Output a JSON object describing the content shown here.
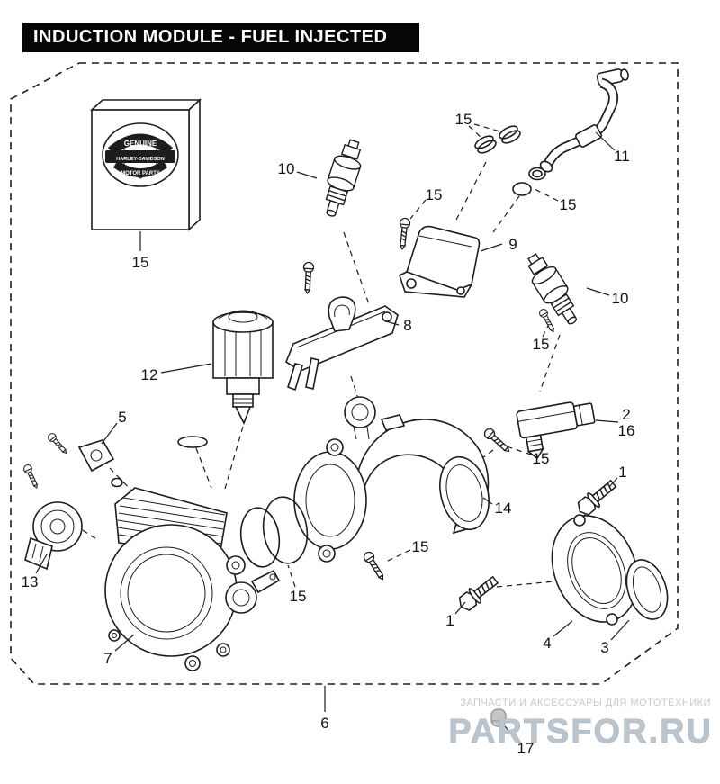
{
  "title": "INDUCTION MODULE - FUEL INJECTED",
  "parts_box_logo": {
    "top_banner": "GENUINE",
    "center_bar": "HARLEY-DAVIDSON",
    "bottom_banner": "MOTOR PARTS"
  },
  "callouts": {
    "box_15": "15",
    "injector_top_10": "10",
    "clips_15": "15",
    "hose_11": "11",
    "screw9_15": "15",
    "oring_top_15": "15",
    "cover_9": "9",
    "injector_right_10": "10",
    "bracket_8": "8",
    "injector_screw_15": "15",
    "iac_valve_12": "12",
    "sensor_5": "5",
    "map_sensor_2": "2",
    "map_sensor_16": "16",
    "map_screw_15": "15",
    "manifold_14": "14",
    "bolt_right_1": "1",
    "tps_sensor_13": "13",
    "screw_mid_15": "15",
    "orings_15": "15",
    "bolt_left_1": "1",
    "flange_4": "4",
    "seal_3": "3",
    "throttle_body_7": "7",
    "module_6": "6",
    "cap_17": "17"
  },
  "watermark": {
    "line1": "ЗАПЧАСТИ И АКСЕССУАРЫ ДЛЯ МОТОТЕХНИКИ",
    "line2": "PARTSFOR.RU"
  }
}
